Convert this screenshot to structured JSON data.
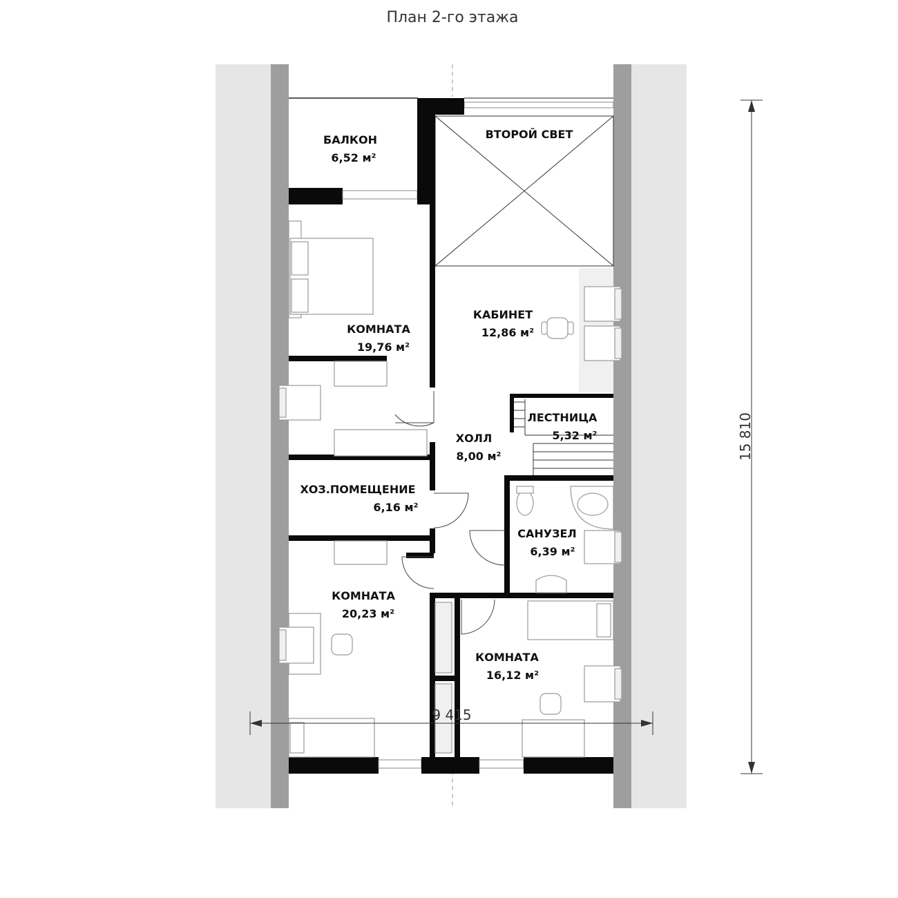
{
  "title": "План 2-го этажа",
  "dimensions": {
    "width": "9 415",
    "height": "15 810"
  },
  "rooms": {
    "balcony": {
      "name": "БАЛКОН",
      "area": "6,52 м²"
    },
    "second_light": {
      "name": "ВТОРОЙ СВЕТ"
    },
    "room1": {
      "name": "КОМНАТА",
      "area": "19,76 м²"
    },
    "office": {
      "name": "КАБИНЕТ",
      "area": "12,86 м²"
    },
    "stairs": {
      "name": "ЛЕСТНИЦА",
      "area": "5,32 м²"
    },
    "hall": {
      "name": "ХОЛЛ",
      "area": "8,00 м²"
    },
    "utility": {
      "name": "ХОЗ.ПОМЕЩЕНИЕ",
      "area": "6,16 м²"
    },
    "bathroom": {
      "name": "САНУЗЕЛ",
      "area": "6,39 м²"
    },
    "room2": {
      "name": "КОМНАТА",
      "area": "20,23 м²"
    },
    "room3": {
      "name": "КОМНАТА",
      "area": "16,12 м²"
    }
  },
  "colors": {
    "roof": "#e6e6e6",
    "eaves": "#9e9e9e",
    "wall": "#0a0a0a",
    "furniture_fill": "#ffffff"
  }
}
